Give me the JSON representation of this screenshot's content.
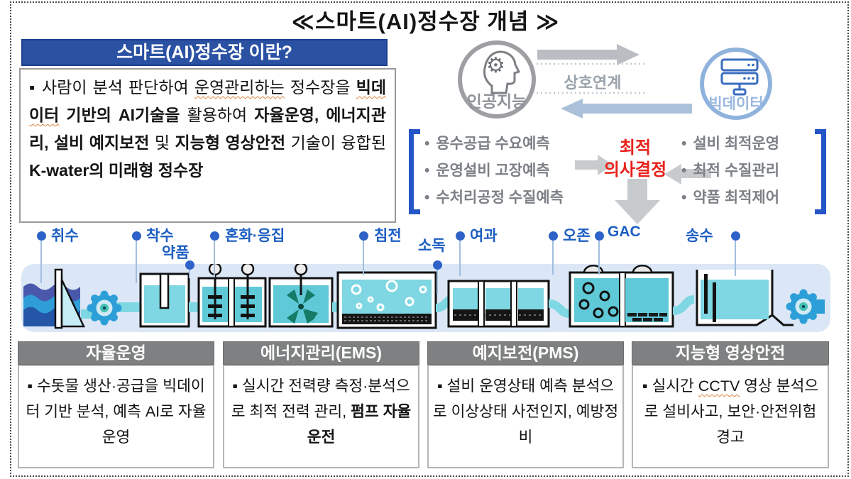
{
  "title": "≪스마트(AI)정수장 개념 ≫",
  "definition": {
    "header": "스마트(AI)정수장 이란?",
    "bullet": "▪",
    "p1": "사람이 분석 판단하여 ",
    "p2": "운영관리하는",
    "p3": " 정수장을 ",
    "p4": "빅데이터",
    "p5": " 기반의 AI기술을",
    "p6": " 활용하여 ",
    "p7": "자율운영, 에너지관리, 설비 예지보전",
    "p8": " 및 ",
    "p9": "지능형 영상안전",
    "p10": " 기술이 융합된 ",
    "p11": "K-water의 미래형 정수장"
  },
  "linkage": {
    "ai_label": "인공지능",
    "bigdata_label": "빅데이터",
    "arrow_label": "상호연계"
  },
  "decision": {
    "bullet": "•",
    "inputs": [
      "용수공급 수요예측",
      "운영설비 고장예측",
      "수처리공정 수질예측"
    ],
    "center_line1": "최적",
    "center_line2": "의사결정",
    "outputs": [
      "설비 최적운영",
      "최적 수질관리",
      "약품 최적제어"
    ]
  },
  "process": {
    "stages": [
      "취수",
      "착수",
      "약품",
      "혼화·응집",
      "침전",
      "소독",
      "여과",
      "오존",
      "GAC",
      "송수"
    ]
  },
  "features": [
    {
      "header": "자율운영",
      "bullet": "▪",
      "p1": "수돗물 생산·공급을 빅데이터 기반 분석, 예측 AI로 자율운영"
    },
    {
      "header": "에너지관리(EMS)",
      "bullet": "▪",
      "p1": "실시간 전력량 측정·분석으로 최적 전력 관리, ",
      "p2": "펌프 자율운전"
    },
    {
      "header": "예지보전(PMS)",
      "bullet": "▪",
      "p1": "설비 운영상태 예측 분석으로 이상상태 사전인지, 예방정비"
    },
    {
      "header": "지능형 영상안전",
      "bullet": "▪",
      "p1": "실시간 ",
      "p2": "CCTV",
      "p3": " 영상 분석으로 설비사고, 보안·안전위험 경고"
    }
  ],
  "colors": {
    "header_blue": "#2b51a3",
    "process_blue": "#1d5ec2",
    "dot_blue": "#2e62c9",
    "accent_red": "#e8211a",
    "feature_gray": "#7e8081",
    "band_bg": "#dbe7f6",
    "water_cyan": "#7ed7e2"
  }
}
